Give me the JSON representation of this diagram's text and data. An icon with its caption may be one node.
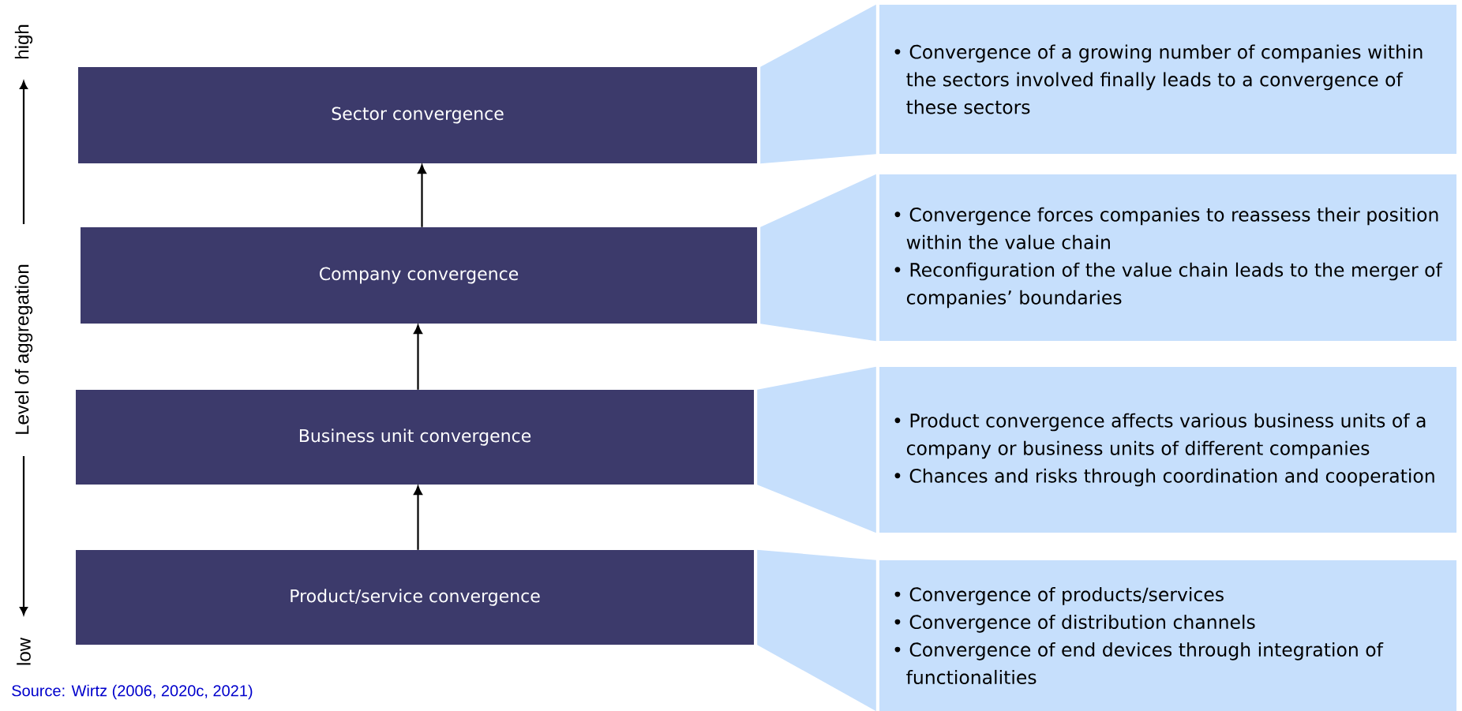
{
  "diagram": {
    "nodes": [
      {
        "text": [
          "Sector convergence"
        ]
      },
      {
        "text": [
          "Company convergence"
        ]
      },
      {
        "text": [
          "Business unit convergence"
        ]
      },
      {
        "text": [
          "Product/service convergence"
        ]
      },
      {
        "text": [
          "• Convergence of a growing number of companies within the sectors involved finally leads to a convergence of these sectors"
        ]
      },
      {
        "text": [
          "• Convergence forces companies to reassess their position within the value chain",
          "• Reconfiguration of the value chain leads to the merger of companies’ boundaries"
        ]
      },
      {
        "text": [
          "• Product convergence affects various business units of a company or business units of different companies",
          "• Chances and risks through coordination and cooperation"
        ]
      },
      {
        "text": [
          "• Convergence of products/services",
          "• Convergence of distribution channels",
          "• Convergence of end devices through integration of functionalities"
        ]
      }
    ],
    "edges": [
      {
        "from": 1,
        "to": 0,
        "arrow": "to"
      },
      {
        "from": 2,
        "to": 1,
        "arrow": "to"
      },
      {
        "from": 3,
        "to": 2,
        "arrow": "to"
      },
      {
        "from": 0,
        "to": 4,
        "arrow": "none",
        "color": "#c6dffc"
      },
      {
        "from": 1,
        "to": 5,
        "arrow": "none",
        "color": "#c6dffc"
      },
      {
        "from": 2,
        "to": 6,
        "arrow": "none",
        "color": "#c6dffc"
      },
      {
        "from": 3,
        "to": 7,
        "arrow": "none",
        "color": "#c6dffc"
      }
    ],
    "labels": [
      "high",
      "Level of aggregation",
      "low",
      "Source: Wirtz (2006, 2020c, 2021)"
    ]
  }
}
